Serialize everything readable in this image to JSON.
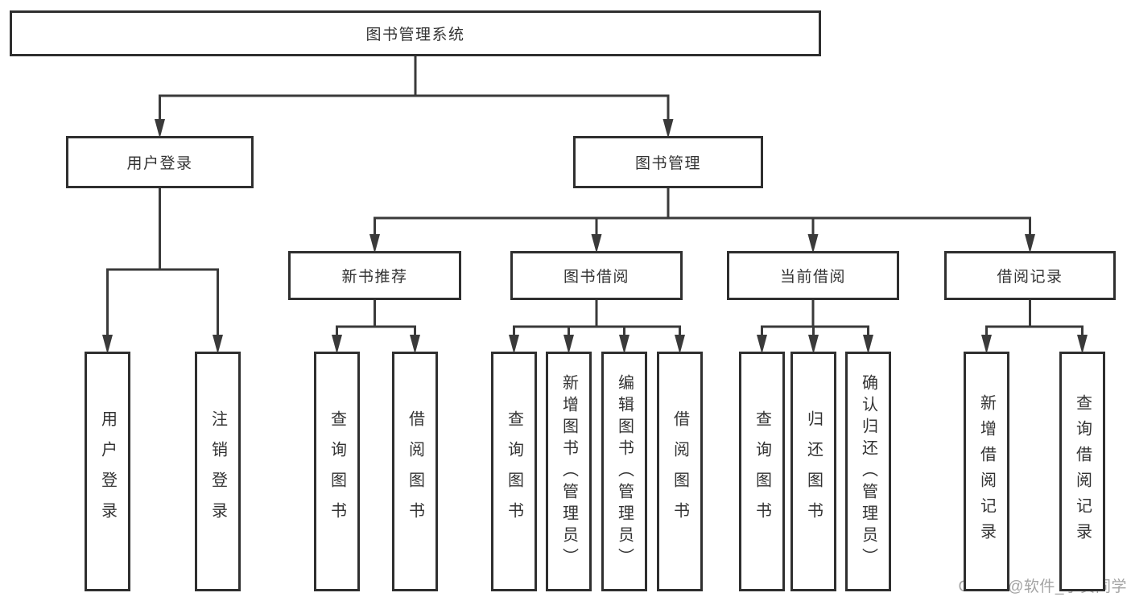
{
  "diagram": {
    "title": "图书管理系统",
    "watermark": "CSDN @软件_小贺同学",
    "colors": {
      "line": "#3a3a3a",
      "box_border": "#2f2f2f",
      "text": "#333333",
      "background": "#ffffff",
      "watermark": "#a4a4a4"
    },
    "nodes": [
      {
        "id": "root",
        "label": "图书管理系统",
        "parent": null,
        "level": 1
      },
      {
        "id": "user-login-group",
        "label": "用户登录",
        "parent": "root",
        "level": 2
      },
      {
        "id": "book-mgmt",
        "label": "图书管理",
        "parent": "root",
        "level": 2
      },
      {
        "id": "new-book-rec",
        "label": "新书推荐",
        "parent": "book-mgmt",
        "level": 3
      },
      {
        "id": "book-borrow",
        "label": "图书借阅",
        "parent": "book-mgmt",
        "level": 3
      },
      {
        "id": "current-borrow",
        "label": "当前借阅",
        "parent": "book-mgmt",
        "level": 3
      },
      {
        "id": "borrow-record",
        "label": "借阅记录",
        "parent": "book-mgmt",
        "level": 3
      },
      {
        "id": "user-login",
        "label": "用户登录",
        "parent": "user-login-group",
        "level": 4
      },
      {
        "id": "logout",
        "label": "注销登录",
        "parent": "user-login-group",
        "level": 4
      },
      {
        "id": "query-book-1",
        "label": "查询图书",
        "parent": "new-book-rec",
        "level": 4
      },
      {
        "id": "borrow-book-1",
        "label": "借阅图书",
        "parent": "new-book-rec",
        "level": 4
      },
      {
        "id": "query-book-2",
        "label": "查询图书",
        "parent": "book-borrow",
        "level": 4
      },
      {
        "id": "add-book",
        "label": "新增图书（管理员）",
        "parent": "book-borrow",
        "level": 4
      },
      {
        "id": "edit-book",
        "label": "编辑图书（管理员）",
        "parent": "book-borrow",
        "level": 4
      },
      {
        "id": "borrow-book-2",
        "label": "借阅图书",
        "parent": "book-borrow",
        "level": 4
      },
      {
        "id": "query-book-3",
        "label": "查询图书",
        "parent": "current-borrow",
        "level": 4
      },
      {
        "id": "return-book",
        "label": "归还图书",
        "parent": "current-borrow",
        "level": 4
      },
      {
        "id": "confirm-return",
        "label": "确认归还（管理员）",
        "parent": "current-borrow",
        "level": 4
      },
      {
        "id": "add-borrow-record",
        "label": "新增借阅记录",
        "parent": "borrow-record",
        "level": 4
      },
      {
        "id": "query-borrow-record",
        "label": "查询借阅记录",
        "parent": "borrow-record",
        "level": 4
      }
    ]
  }
}
